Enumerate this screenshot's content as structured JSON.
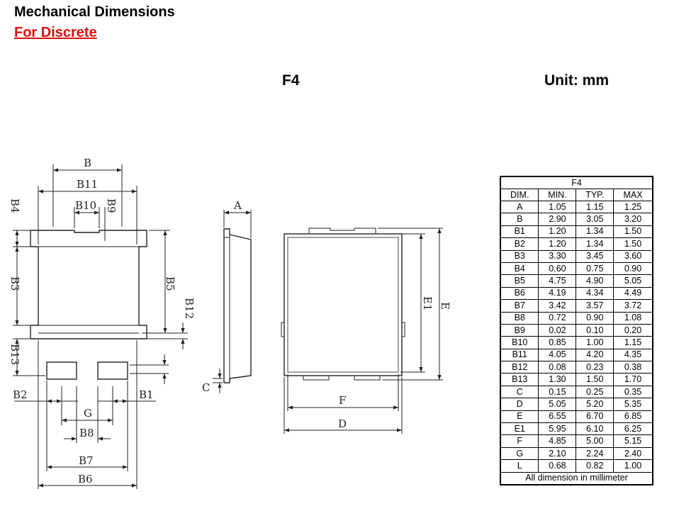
{
  "header": {
    "title": "Mechanical Dimensions",
    "subtitle": "For Discrete"
  },
  "package": {
    "name": "F4",
    "unit": "Unit: mm"
  },
  "drawing_labels": {
    "B": "B",
    "B11": "B11",
    "B10": "B10",
    "B9": "B9",
    "B4": "B4",
    "B3": "B3",
    "B5": "B5",
    "B12": "B12",
    "B13": "B13",
    "B2": "B2",
    "B1": "B1",
    "G": "G",
    "B8": "B8",
    "B7": "B7",
    "B6": "B6",
    "A": "A",
    "C": "C",
    "E1": "E1",
    "E": "E",
    "F": "F",
    "D": "D"
  },
  "table": {
    "title": "F4",
    "columns": [
      "DIM.",
      "MIN.",
      "TYP.",
      "MAX"
    ],
    "rows": [
      [
        "A",
        "1.05",
        "1.15",
        "1.25"
      ],
      [
        "B",
        "2.90",
        "3.05",
        "3.20"
      ],
      [
        "B1",
        "1.20",
        "1.34",
        "1.50"
      ],
      [
        "B2",
        "1.20",
        "1.34",
        "1.50"
      ],
      [
        "B3",
        "3.30",
        "3.45",
        "3.60"
      ],
      [
        "B4",
        "0.60",
        "0.75",
        "0.90"
      ],
      [
        "B5",
        "4.75",
        "4.90",
        "5.05"
      ],
      [
        "B6",
        "4.19",
        "4.34",
        "4.49"
      ],
      [
        "B7",
        "3.42",
        "3.57",
        "3.72"
      ],
      [
        "B8",
        "0.72",
        "0.90",
        "1.08"
      ],
      [
        "B9",
        "0.02",
        "0.10",
        "0.20"
      ],
      [
        "B10",
        "0.85",
        "1.00",
        "1.15"
      ],
      [
        "B11",
        "4.05",
        "4.20",
        "4.35"
      ],
      [
        "B12",
        "0.08",
        "0.23",
        "0.38"
      ],
      [
        "B13",
        "1.30",
        "1.50",
        "1.70"
      ],
      [
        "C",
        "0.15",
        "0.25",
        "0.35"
      ],
      [
        "D",
        "5.05",
        "5.20",
        "5.35"
      ],
      [
        "E",
        "6.55",
        "6.70",
        "6.85"
      ],
      [
        "E1",
        "5.95",
        "6.10",
        "6.25"
      ],
      [
        "F",
        "4.85",
        "5.00",
        "5.15"
      ],
      [
        "G",
        "2.10",
        "2.24",
        "2.40"
      ],
      [
        "L",
        "0.68",
        "0.82",
        "1.00"
      ]
    ],
    "footer": "All dimension in millimeter"
  }
}
